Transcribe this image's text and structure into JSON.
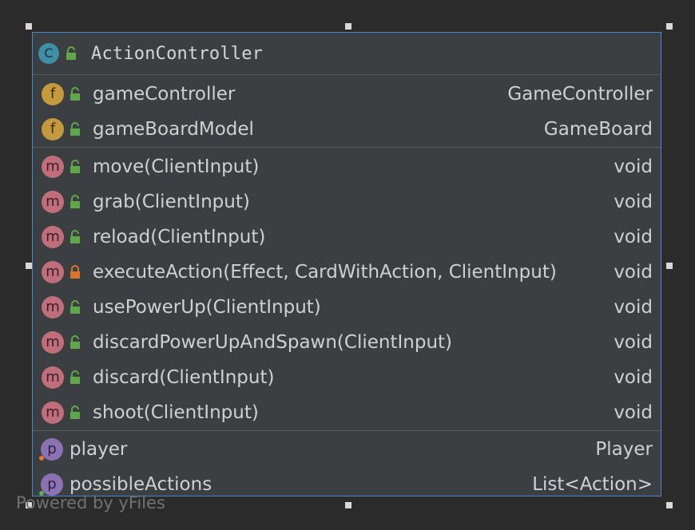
{
  "class": {
    "badge": "C",
    "name": "ActionController"
  },
  "fields": [
    {
      "badge": "f",
      "name": "gameController",
      "type": "GameController",
      "visibility": "public"
    },
    {
      "badge": "f",
      "name": "gameBoardModel",
      "type": "GameBoard",
      "visibility": "public"
    }
  ],
  "methods": [
    {
      "badge": "m",
      "name": "move(ClientInput)",
      "type": "void",
      "visibility": "public"
    },
    {
      "badge": "m",
      "name": "grab(ClientInput)",
      "type": "void",
      "visibility": "public"
    },
    {
      "badge": "m",
      "name": "reload(ClientInput)",
      "type": "void",
      "visibility": "public"
    },
    {
      "badge": "m",
      "name": "executeAction(Effect, CardWithAction, ClientInput)",
      "type": "void",
      "visibility": "private"
    },
    {
      "badge": "m",
      "name": "usePowerUp(ClientInput)",
      "type": "void",
      "visibility": "public"
    },
    {
      "badge": "m",
      "name": "discardPowerUpAndSpawn(ClientInput)",
      "type": "void",
      "visibility": "public"
    },
    {
      "badge": "m",
      "name": "discard(ClientInput)",
      "type": "void",
      "visibility": "public"
    },
    {
      "badge": "m",
      "name": "shoot(ClientInput)",
      "type": "void",
      "visibility": "public"
    }
  ],
  "properties": [
    {
      "badge": "p",
      "name": "player",
      "type": "Player",
      "accessor_marker_color": "#e07a2e"
    },
    {
      "badge": "p",
      "name": "possibleActions",
      "type": "List<Action>",
      "accessor_marker_color": "#5fb04a"
    }
  ],
  "watermark": "Powered by yFiles",
  "colors": {
    "background": "#2b2b2b",
    "node_fill": "#3c3f41",
    "selection_border": "#4a88c7",
    "public_lock": "#5fa84a",
    "private_lock": "#d9742a",
    "class_badge": "#3d8fa7",
    "field_badge": "#c49a3c",
    "method_badge": "#c16e7c",
    "property_badge": "#8a72b3"
  }
}
